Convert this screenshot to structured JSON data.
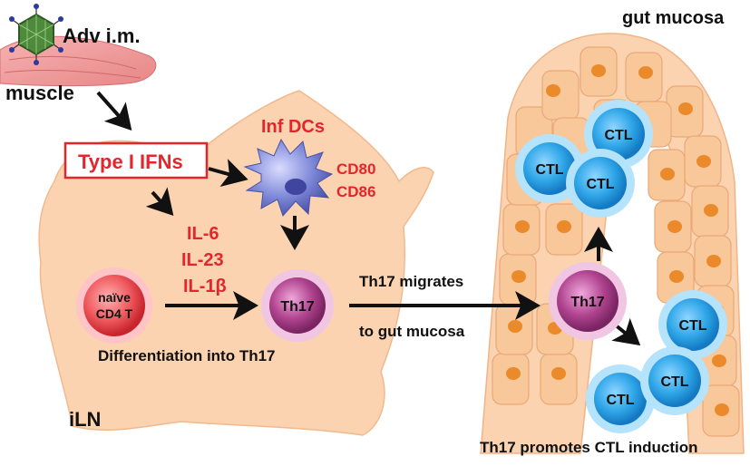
{
  "labels": {
    "vector": "Adv i.m.",
    "muscle": "muscle",
    "type1_ifns": "Type I IFNs",
    "inf_dcs": "Inf DCs",
    "cd80": "CD80",
    "cd86": "CD86",
    "il6": "IL-6",
    "il23": "IL-23",
    "il1b": "IL-1β",
    "naive_line1": "naïve",
    "naive_line2": "CD4 T",
    "th17": "Th17",
    "differentiation": "Differentiation into Th17",
    "migrates_line1": "Th17 migrates",
    "migrates_line2": "to gut mucosa",
    "iln": "iLN",
    "gut_mucosa": "gut mucosa",
    "ctl": "CTL",
    "promotes": "Th17 promotes CTL induction"
  },
  "colors": {
    "red_text": "#e3262b",
    "tissue": "#fbd3b0",
    "cell_fill": "#f8c89a",
    "nucleus": "#ea8a2a",
    "ctl_fill": "#2fa6e8",
    "th17_fill": "#a0357f",
    "dc_fill": "#7b86d6",
    "naive_fill": "#e9444c"
  }
}
